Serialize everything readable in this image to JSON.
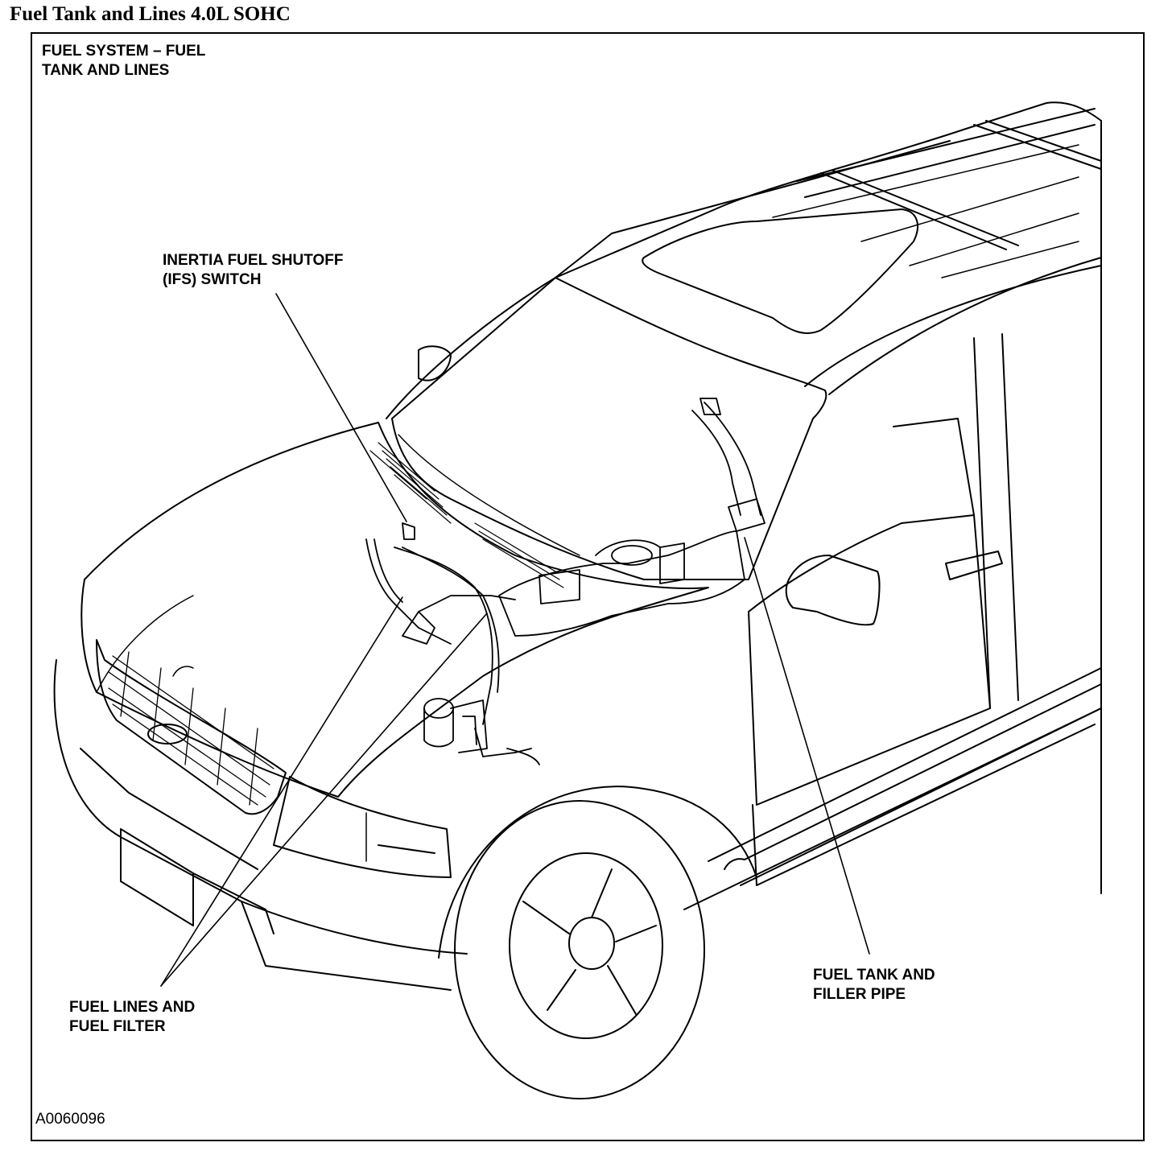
{
  "page_title": "Fuel Tank and Lines 4.0L SOHC",
  "figure": {
    "heading_line1": "FUEL SYSTEM – FUEL",
    "heading_line2": "TANK AND LINES",
    "figure_id": "A0060096"
  },
  "callouts": {
    "ifs_switch": {
      "line1": "INERTIA FUEL SHUTOFF",
      "line2": "(IFS) SWITCH"
    },
    "fuel_lines": {
      "line1": "FUEL LINES AND",
      "line2": "FUEL FILTER"
    },
    "fuel_tank": {
      "line1": "FUEL TANK AND",
      "line2": "FILLER PIPE"
    }
  },
  "colors": {
    "ink": "#000000",
    "paper": "#ffffff"
  }
}
